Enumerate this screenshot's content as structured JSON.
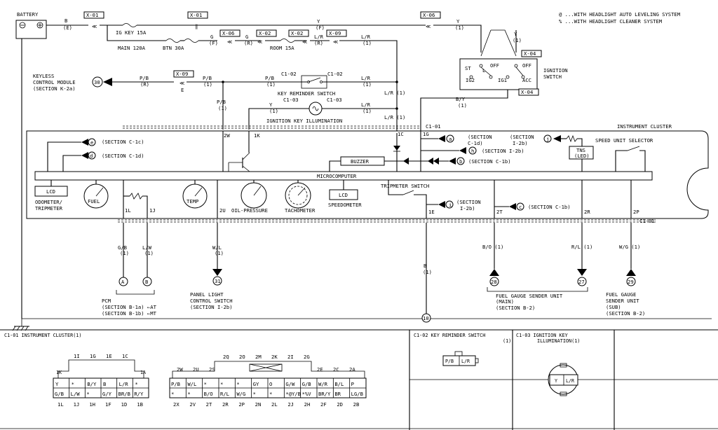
{
  "notes": {
    "at": "@ ...WITH HEADLIGHT AUTO LEVELING SYSTEM",
    "pct": "% ...WITH HEADLIGHT CLEANER SYSTEM"
  },
  "battery": "BATTERY",
  "connectors": {
    "x01": "X-01",
    "x06": "X-06",
    "x02": "X-02",
    "x09": "X-09",
    "x04": "X-04",
    "c101": "C1-01",
    "c102": "C1-02",
    "c103": "C1-03"
  },
  "fuses": {
    "igkey": "IG KEY 15A",
    "main": "MAIN 120A",
    "btn": "BTN 30A",
    "room": "ROOM 15A"
  },
  "wires": {
    "be": "B",
    "be2": "(E)",
    "yf": "Y",
    "yf2": "(F)",
    "y1": "Y",
    "y1b": "(1)",
    "gf": "G",
    "gf2": "(F)",
    "gr": "G",
    "gr2": "(R)",
    "lrr": "L/R",
    "lrr2": "(R)",
    "lr1": "L/R",
    "lr1b": "(1)",
    "pbr": "P/B",
    "pbr2": "(R)",
    "pb1": "P/B",
    "pb1b": "(1)",
    "pb1c": "P/B",
    "pb1d": "(1)",
    "pbk": "P/B",
    "pbk2": "(1)",
    "lrk": "L/R",
    "lrk2": "(1)",
    "yi": "Y",
    "yi2": "(1)",
    "lri": "L/R",
    "lri2": "(1)",
    "lrj": "L/R (1)",
    "lrj2": "L/R (1)",
    "by": "B/Y",
    "by2": "(1)",
    "e": "E",
    "gb": "G/B",
    "gb2": "(1)",
    "lw": "L/W",
    "lw2": "(1)",
    "wl": "W/L",
    "wl2": "(1)",
    "b": "B",
    "b2": "(1)",
    "bo": "B/O (1)",
    "rl": "R/L (1)",
    "wg": "W/G (1)"
  },
  "keyless": {
    "l1": "KEYLESS",
    "l2": "CONTROL MODULE",
    "l3": "(SECTION K-2a)",
    "num": "30"
  },
  "keyrem": "KEY REMINDER SWITCH",
  "illum": "IGNITION KEY ILLUMINATION",
  "ignsw": {
    "l1": "IGNITION",
    "l2": "SWITCH",
    "st": "ST",
    "off": "OFF",
    "acc": "ACC",
    "ig1": "IG1",
    "ig2": "IG2",
    "l": "L"
  },
  "cluster": {
    "title": "INSTRUMENT CLUSTER",
    "micro": "MICROCOMPUTER",
    "buzzer": "BUZZER",
    "lcd1": "LCD",
    "odo1": "ODOMETER/",
    "odo2": "TRIPMETER",
    "fuel": "FUEL",
    "temp": "TEMP",
    "oil": "OIL-PRESSURE",
    "tach": "TACHOMETER",
    "lcd2": "LCD",
    "speedo": "SPEEDOMETER",
    "trip": "TRIPMETER SWITCH",
    "tns1": "TNS",
    "tns2": "(LED)",
    "spsel": "SPEED UNIT SELECTOR",
    "e": "e",
    "esec": "(SECTION C-1c)",
    "d": "d",
    "dsec": "(SECTION C-1d)",
    "a": "a",
    "asec1": "(SECTION",
    "asec2": "C-1d)",
    "h": "h",
    "hsec": "(SECTION I-2b)",
    "bb": "b",
    "bsec": "(SECTION C-1b)",
    "j": "j",
    "jsec1": "(SECTION",
    "jsec2": "I-2b)",
    "i": "i",
    "isec1": "(SECTION",
    "isec2": "I-2b)",
    "c": "c",
    "csec": "(SECTION C-1b)"
  },
  "pins": {
    "p2w": "2W",
    "p1k": "1K",
    "p1c": "1C",
    "p1g": "1G",
    "p1l": "1L",
    "p1j": "1J",
    "p2u": "2U",
    "p1e": "1E",
    "p2t": "2T",
    "p2r": "2R",
    "p2p": "2P"
  },
  "pcm": {
    "a": "A",
    "b": "B",
    "l1": "PCM",
    "l2": "(SECTION B-1a)  ←AT",
    "l3": "(SECTION B-1b)  ←MT"
  },
  "panel": {
    "num": "31",
    "l1": "PANEL LIGHT",
    "l2": "CONTROL SWITCH",
    "l3": "(SECTION I-2b)"
  },
  "ground10": "10",
  "fuelmain": {
    "num": "28",
    "l1": "FUEL GAUGE SENDER UNIT",
    "l2": "(MAIN)",
    "l3": "(SECTION B-2)"
  },
  "n27": "27",
  "fuelsub": {
    "num": "29",
    "l1": "FUEL GAUGE",
    "l2": "SENDER UNIT",
    "l3": "(SUB)",
    "l4": "(SECTION B-2)"
  },
  "tables": {
    "t1": "C1-01 INSTRUMENT CLUSTER(1)",
    "t2": "C1-02 KEY REMINDER SWITCH",
    "t2b": "(1)",
    "t3": "C1-03 IGNITION KEY",
    "t3b": "ILLUMINATION(1)",
    "c1top": [
      "1I",
      "1G",
      "1E",
      "1C"
    ],
    "c1k": "1K",
    "c1a": "1A",
    "c1row1": [
      "Y",
      "*",
      "B/Y",
      "B",
      "L/R",
      "*"
    ],
    "c1row2": [
      "G/B",
      "L/W",
      "*",
      "G/Y",
      "BR/B",
      "R/Y"
    ],
    "c1bot": [
      "1L",
      "1J",
      "1H",
      "1F",
      "1D",
      "1B"
    ],
    "c2top": [
      "2Q",
      "2O",
      "2M",
      "2K",
      "2I",
      "2G"
    ],
    "c2l": [
      "2W",
      "2U",
      "2S"
    ],
    "c2r": [
      "2E",
      "2C",
      "2A"
    ],
    "c2row1": [
      "P/B",
      "W/L",
      "*",
      "*",
      "*",
      "GY",
      "O",
      "G/W",
      "G/B",
      "W/R",
      "B/L",
      "P"
    ],
    "c2row2": [
      "*",
      "*",
      "B/O",
      "R/L",
      "W/G",
      "*",
      "*",
      "*@Y/B",
      "*%V",
      "BR/Y",
      "BR",
      "LG/B"
    ],
    "c2bot": [
      "2X",
      "2V",
      "2T",
      "2R",
      "2P",
      "2N",
      "2L",
      "2J",
      "2H",
      "2F",
      "2D",
      "2B"
    ],
    "kr": [
      "P/B",
      "L/R"
    ],
    "ik": [
      "Y",
      "L/R"
    ]
  }
}
